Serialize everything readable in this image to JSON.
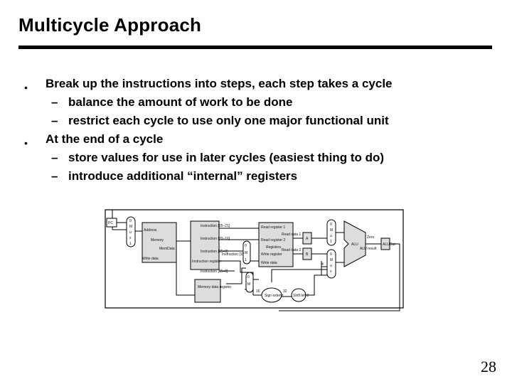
{
  "slide": {
    "title": "Multicycle Approach",
    "page_number": "28",
    "bullets": [
      {
        "text": "Break up the instructions into steps, each step takes a cycle",
        "subitems": [
          "balance the amount of work to be done",
          "restrict each cycle to use only one major functional unit"
        ]
      },
      {
        "text": "At the end of a cycle",
        "subitems": [
          "store values for use in later cycles (easiest thing to do)",
          "introduce additional “internal” registers"
        ]
      }
    ],
    "bullet_symbol": "•",
    "dash_symbol": "–"
  },
  "datapath": {
    "pc": "PC",
    "mux": [
      "0",
      "M",
      "u",
      "x",
      "1"
    ],
    "memory": {
      "name": "Memory",
      "addr": "Address",
      "data": "MemData",
      "write": "Write data"
    },
    "instruction_register": {
      "name": "Instruction register",
      "f1": "Instruction [25–21]",
      "f2": "Instruction [20–16]",
      "f3": "Instruction [15–0]",
      "f4": "Instruction [15–11]",
      "f5": "Instruction [15–0]"
    },
    "mdr": "Memory data register",
    "registers": {
      "name": "Registers",
      "read1": "Read register 1",
      "read2": "Read register 2",
      "write_reg": "Write register",
      "write_data": "Write data",
      "data1": "Read data 1",
      "data2": "Read data 2"
    },
    "a": "A",
    "b": "B",
    "alu": {
      "name": "ALU",
      "zero": "Zero",
      "result": "ALU result"
    },
    "aluout": "ALUOut",
    "four": "4",
    "sign_extend": "Sign extend",
    "shift": "Shift left 2",
    "bits_in": "16",
    "bits_out": "32"
  }
}
